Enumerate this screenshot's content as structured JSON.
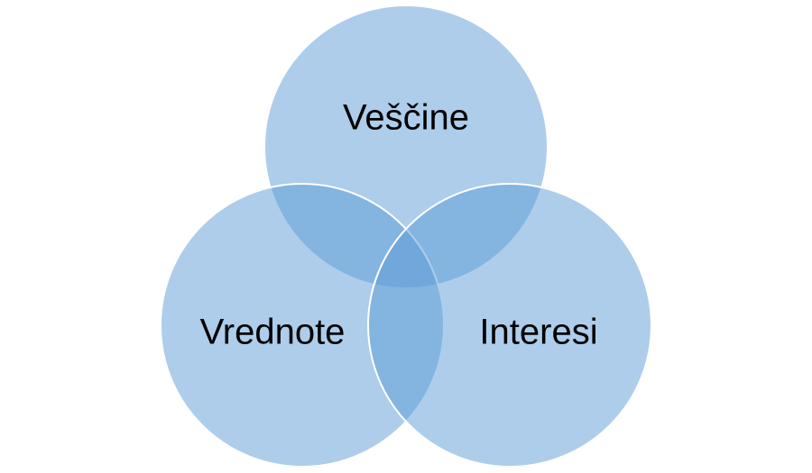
{
  "diagram": {
    "type": "venn",
    "sets": [
      {
        "key": "top",
        "label": "Veščine"
      },
      {
        "key": "left",
        "label": "Vrednote"
      },
      {
        "key": "right",
        "label": "Interesi"
      }
    ],
    "colors": {
      "fill": "#5b9bd5",
      "stroke": "#ffffff"
    }
  }
}
